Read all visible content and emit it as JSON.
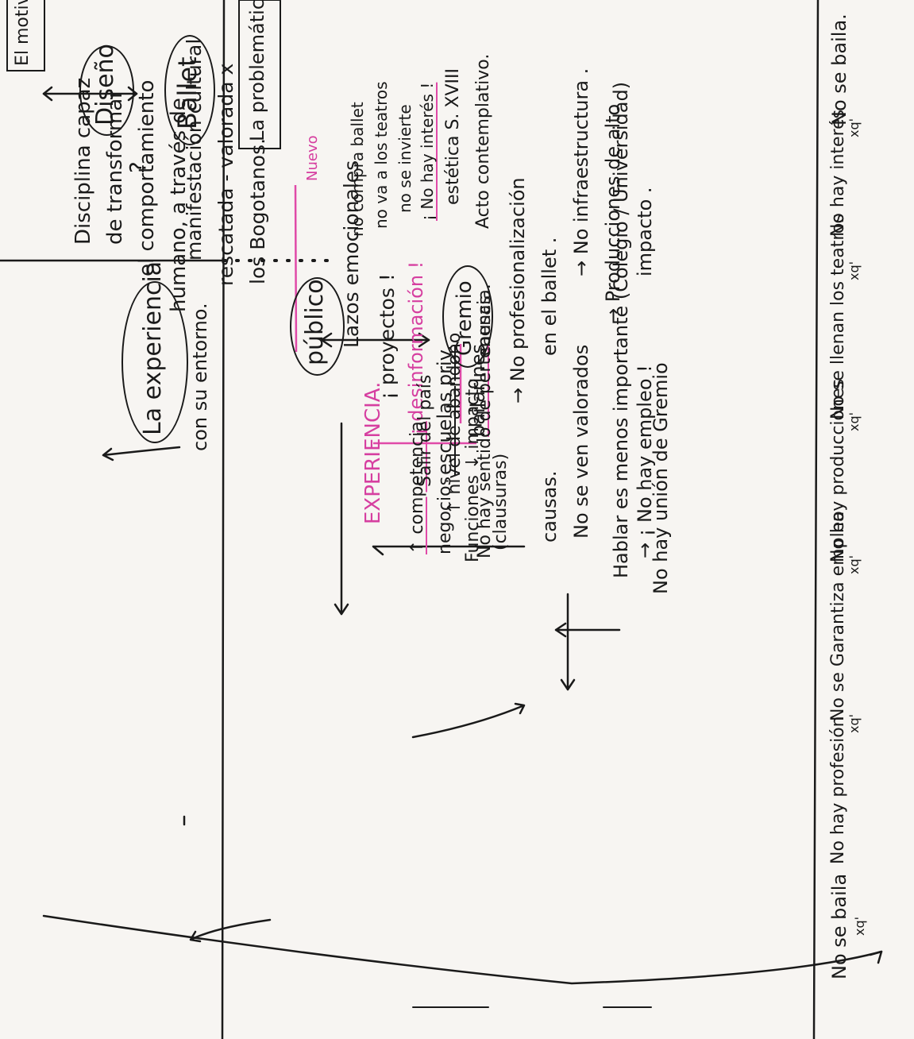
{
  "top": {
    "motivo_label": "El motivo",
    "diseno": "Diseño",
    "question": "?",
    "ballet": "Ballet",
    "diseno_def": [
      "Disciplina capaz",
      "de transformar",
      "el comportamiento",
      "humano, a través de"
    ],
    "ballet_def": [
      "manifestación cultural",
      "rescatada - valorada x",
      "los Bogotanos."
    ],
    "experiencia": "La experiencia",
    "entorno": "con su entorno."
  },
  "problem": {
    "label": "La problemática",
    "nuevo": "Nuevo",
    "publico": "público",
    "lazos": "Lazos emocionales",
    "proyectos": "¡ proyectos !",
    "desinformacion": "¡ desinformación !",
    "gremio": "Gremio",
    "bailarines": "bailarines",
    "experiencia_caps": "EXPERIENCIA.",
    "escuelas": "escuelas priv.",
    "escuelas_items": [
      "↑ competencia",
      "negocios",
      "Funciones ↓ impacto",
      "(clausuras)"
    ],
    "bailarines_items": [
      "Salir del país",
      "↑ nivel de abandono",
      "No hay sentido de pertenencia."
    ],
    "causas_right": "causas.",
    "causas_items": [
      "No se ven valorados",
      "Hablar es menos importante (Colegio / Universidad)",
      "No hay unión de Gremio"
    ],
    "publico_items": [
      "no compra ballet",
      "no va a los teatros",
      "no se invierte",
      "¡ No hay interés !"
    ],
    "causas_left": "causas",
    "estetica": [
      "estética S. XVIII",
      "Acto contemplativo."
    ],
    "profesional": [
      "→ No profesionalización",
      "en el ballet ."
    ],
    "no_infra": "→ No infraestructura .",
    "producciones": [
      "→ Producciones de alto",
      "impacto ."
    ],
    "no_empleo": "→ ¡ No hay empleo !",
    "no_empleo2": "¡ No hay empleo !"
  },
  "chain": {
    "xq": "xq'",
    "items": [
      "No se baila",
      "No hay profesión",
      "No se Garantiza empleo",
      "No hay producciones",
      "No se llenan los teatros",
      "No hay interés",
      "No se baila."
    ]
  },
  "colors": {
    "ink": "#1a1a1a",
    "pink": "#e04aa8",
    "paper": "#f7f5f2"
  }
}
